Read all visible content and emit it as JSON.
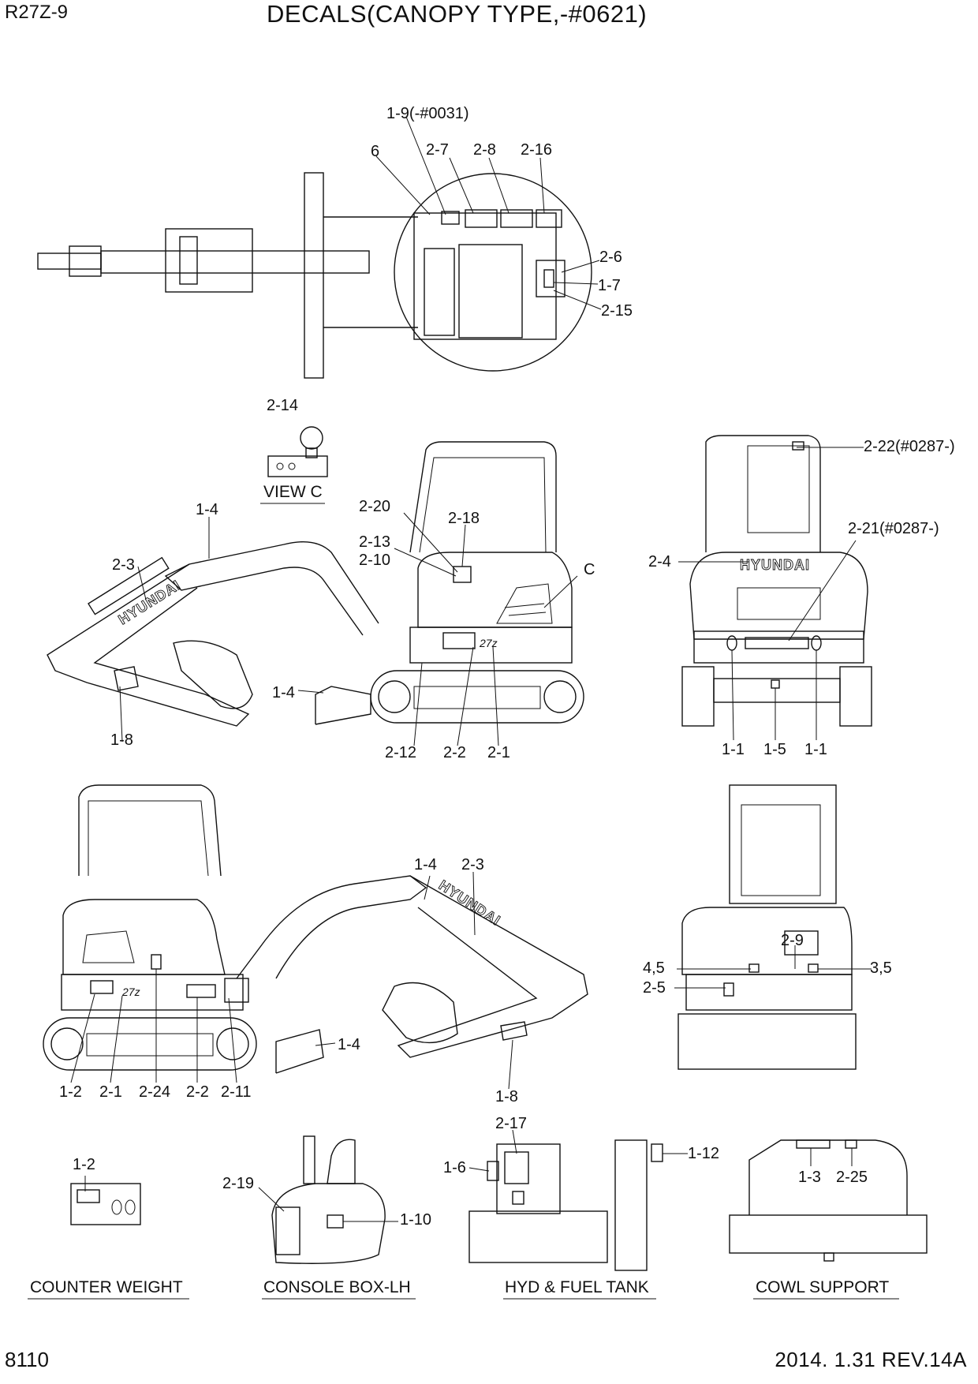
{
  "header": {
    "model": "R27Z-9",
    "title": "DECALS(CANOPY TYPE,-#0621)"
  },
  "footer": {
    "page_number": "8110",
    "revision": "2014. 1.31  REV.14A"
  },
  "views": {
    "view_c": "VIEW C",
    "counter_weight": "COUNTER WEIGHT",
    "console_box": "CONSOLE BOX-LH",
    "hyd_fuel_tank": "HYD & FUEL TANK",
    "cowl_support": "COWL SUPPORT"
  },
  "brand_marks": {
    "hyundai": "HYUNDAI",
    "model_mark": "27z"
  },
  "callouts": {
    "top": {
      "c1_9": "1-9(-#0031)",
      "c6": "6",
      "c2_7": "2-7",
      "c2_8": "2-8",
      "c2_16": "2-16",
      "c2_6": "2-6",
      "c1_7": "1-7",
      "c2_15": "2-15"
    },
    "side_rh": {
      "c2_14": "2-14",
      "c1_4a": "1-4",
      "c2_3": "2-3",
      "c2_20": "2-20",
      "c2_18": "2-18",
      "c2_13": "2-13",
      "c2_10": "2-10",
      "c_c": "C",
      "c1_4b": "1-4",
      "c1_8": "1-8",
      "c2_12": "2-12",
      "c2_2": "2-2",
      "c2_1": "2-1"
    },
    "rear": {
      "c2_22": "2-22(#0287-)",
      "c2_21": "2-21(#0287-)",
      "c2_4": "2-4",
      "c1_1a": "1-1",
      "c1_5": "1-5",
      "c1_1b": "1-1"
    },
    "side_lh": {
      "c1_4a": "1-4",
      "c2_3": "2-3",
      "c1_4b": "1-4",
      "c1_8": "1-8",
      "c1_2": "1-2",
      "c2_1": "2-1",
      "c2_24": "2-24",
      "c2_2": "2-2",
      "c2_11": "2-11"
    },
    "front": {
      "c2_9": "2-9",
      "c4_5": "4,5",
      "c3_5": "3,5",
      "c2_5": "2-5"
    },
    "details": {
      "c1_2": "1-2",
      "c2_19": "2-19",
      "c1_10": "1-10",
      "c2_17": "2-17",
      "c1_6": "1-6",
      "c1_12": "1-12",
      "c1_3": "1-3",
      "c2_25": "2-25"
    }
  }
}
